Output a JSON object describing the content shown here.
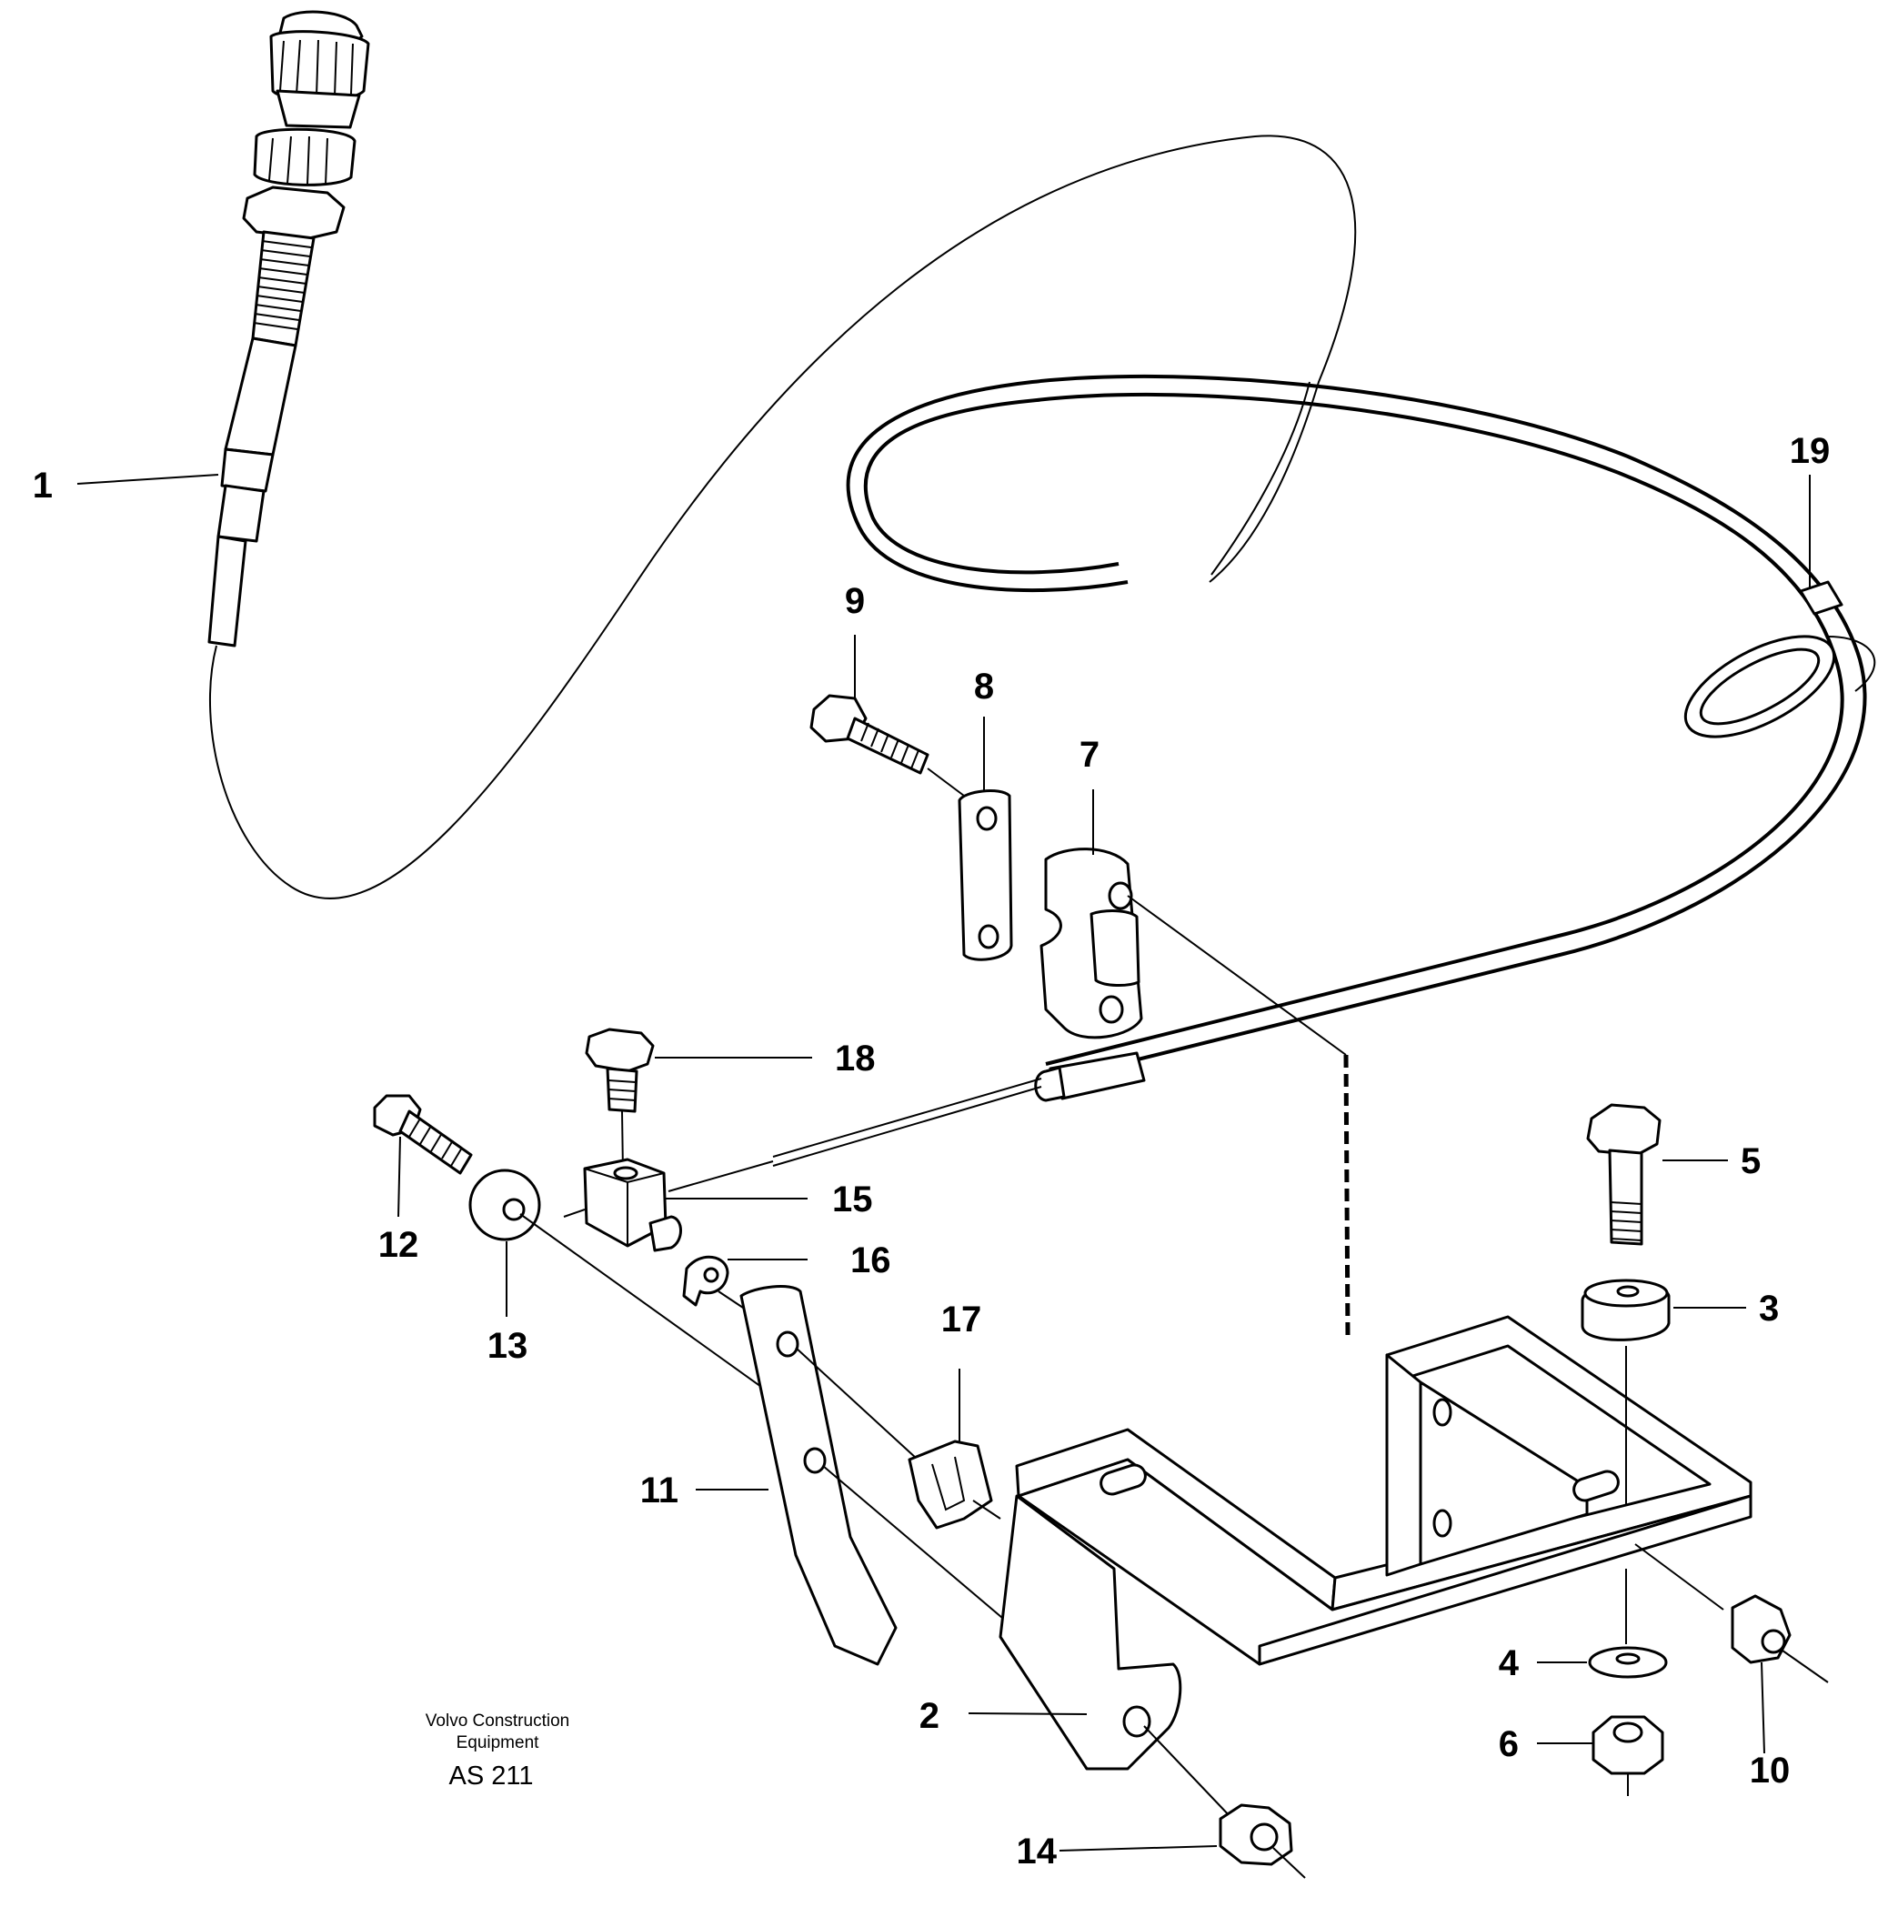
{
  "callouts": [
    {
      "id": "1",
      "label": "1"
    },
    {
      "id": "2",
      "label": "2"
    },
    {
      "id": "3",
      "label": "3"
    },
    {
      "id": "4",
      "label": "4"
    },
    {
      "id": "5",
      "label": "5"
    },
    {
      "id": "6",
      "label": "6"
    },
    {
      "id": "7",
      "label": "7"
    },
    {
      "id": "8",
      "label": "8"
    },
    {
      "id": "9",
      "label": "9"
    },
    {
      "id": "10",
      "label": "10"
    },
    {
      "id": "11",
      "label": "11"
    },
    {
      "id": "12",
      "label": "12"
    },
    {
      "id": "13",
      "label": "13"
    },
    {
      "id": "14",
      "label": "14"
    },
    {
      "id": "15",
      "label": "15"
    },
    {
      "id": "16",
      "label": "16"
    },
    {
      "id": "17",
      "label": "17"
    },
    {
      "id": "18",
      "label": "18"
    },
    {
      "id": "19",
      "label": "19"
    }
  ],
  "footer": {
    "brand_line1": "Volvo Construction",
    "brand_line2": "Equipment",
    "code": "AS 211"
  }
}
